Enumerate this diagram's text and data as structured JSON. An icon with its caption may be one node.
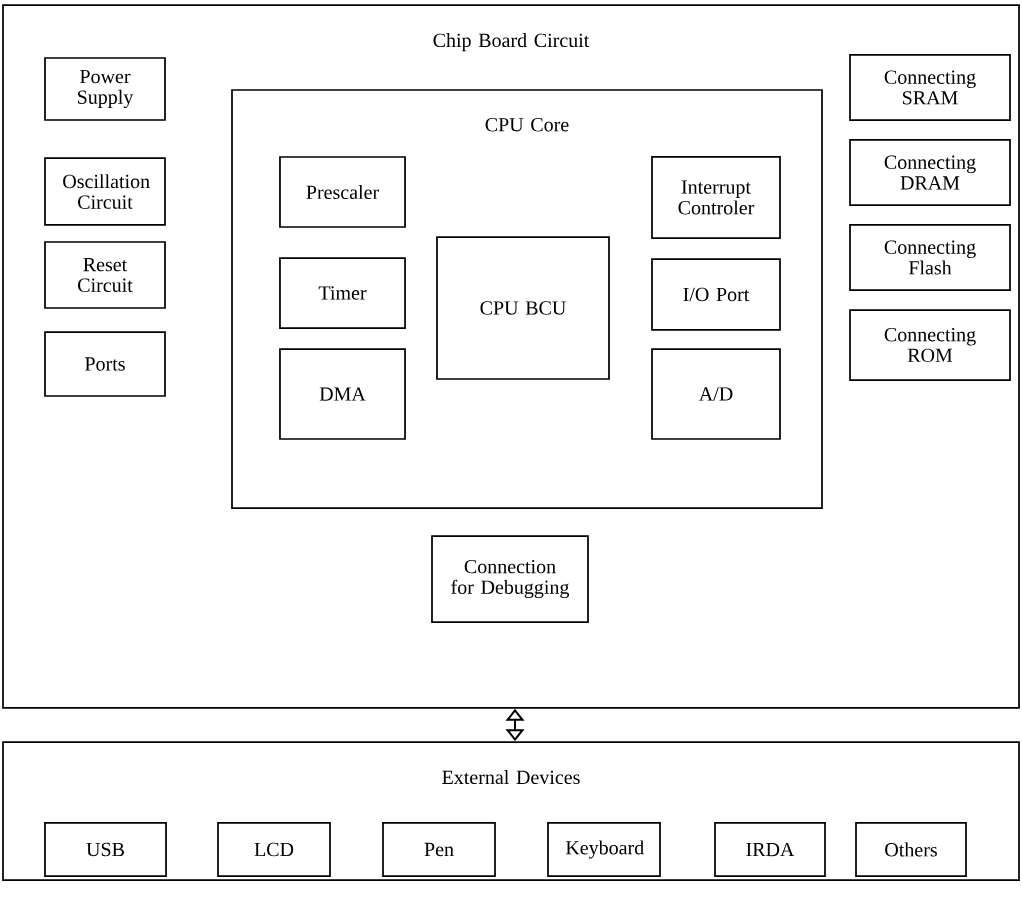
{
  "diagram": {
    "nodes": [
      {
        "text": [
          "Chip Board Circuit"
        ]
      },
      {
        "text": [
          "Power Supply"
        ],
        "in": 0
      },
      {
        "text": [
          "Oscillation Circuit"
        ],
        "in": 0
      },
      {
        "text": [
          "Reset Circuit"
        ],
        "in": 0
      },
      {
        "text": [
          "Ports"
        ],
        "in": 0
      },
      {
        "text": [
          "CPU Core"
        ],
        "in": 0
      },
      {
        "text": [
          "Prescaler"
        ],
        "in": 5
      },
      {
        "text": [
          "Timer"
        ],
        "in": 5
      },
      {
        "text": [
          "DMA"
        ],
        "in": 5
      },
      {
        "text": [
          "CPU BCU"
        ],
        "in": 5
      },
      {
        "text": [
          "Interrupt Controler"
        ],
        "in": 5
      },
      {
        "text": [
          "I/O Port"
        ],
        "in": 5
      },
      {
        "text": [
          "A/D"
        ],
        "in": 5
      },
      {
        "text": [
          "Connecting SRAM"
        ],
        "in": 0
      },
      {
        "text": [
          "Connecting DRAM"
        ],
        "in": 0
      },
      {
        "text": [
          "Connecting Flash"
        ],
        "in": 0
      },
      {
        "text": [
          "Connecting ROM"
        ],
        "in": 0
      },
      {
        "text": [
          "Connection for Debugging"
        ],
        "in": 0
      },
      {
        "text": [
          "External Devices"
        ]
      },
      {
        "text": [
          "USB"
        ],
        "in": 18
      },
      {
        "text": [
          "LCD"
        ],
        "in": 18
      },
      {
        "text": [
          "Pen"
        ],
        "in": 18
      },
      {
        "text": [
          "Keyboard"
        ],
        "in": 18
      },
      {
        "text": [
          "IRDA"
        ],
        "in": 18
      },
      {
        "text": [
          "Others"
        ],
        "in": 18
      }
    ],
    "edges": [
      {
        "from": 0,
        "to": 18,
        "arrow": "both"
      }
    ]
  }
}
